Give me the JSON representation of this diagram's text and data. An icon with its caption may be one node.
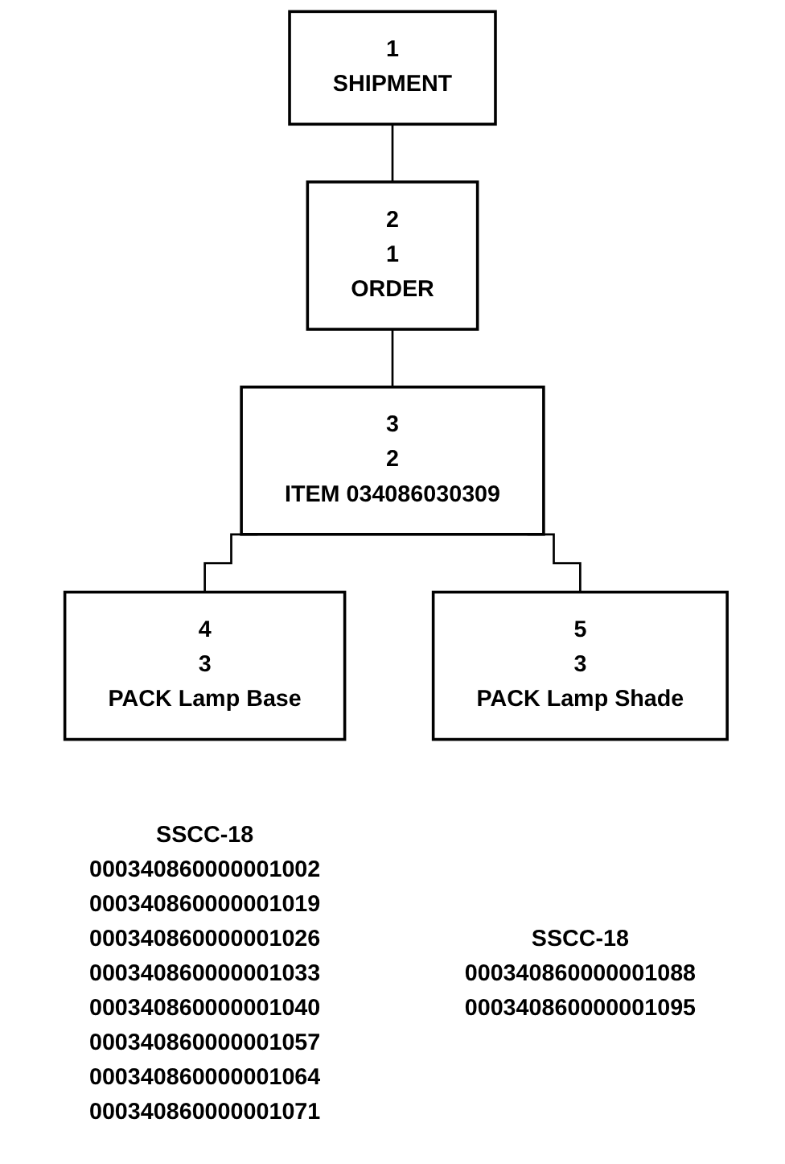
{
  "diagram": {
    "nodes": [
      {
        "text": [
          "1",
          "SHIPMENT"
        ]
      },
      {
        "text": [
          "2",
          "1",
          "ORDER"
        ]
      },
      {
        "text": [
          "3",
          "2",
          "ITEM 034086030309"
        ]
      },
      {
        "text": [
          "4",
          "3",
          "PACK Lamp Base"
        ],
        "beside": [
          "SSCC-18",
          "000340860000001002",
          "000340860000001019",
          "000340860000001026",
          "000340860000001033",
          "000340860000001040",
          "000340860000001057",
          "000340860000001064",
          "000340860000001071"
        ]
      },
      {
        "text": [
          "5",
          "3",
          "PACK Lamp Shade"
        ],
        "beside": [
          "SSCC-18",
          "000340860000001088",
          "000340860000001095"
        ]
      }
    ],
    "edges": [
      {
        "from": 0,
        "to": 1,
        "arrow": "none"
      },
      {
        "from": 1,
        "to": 2,
        "arrow": "none"
      },
      {
        "from": 2,
        "to": 3,
        "arrow": "none"
      },
      {
        "from": 2,
        "to": 4,
        "arrow": "none"
      }
    ]
  }
}
